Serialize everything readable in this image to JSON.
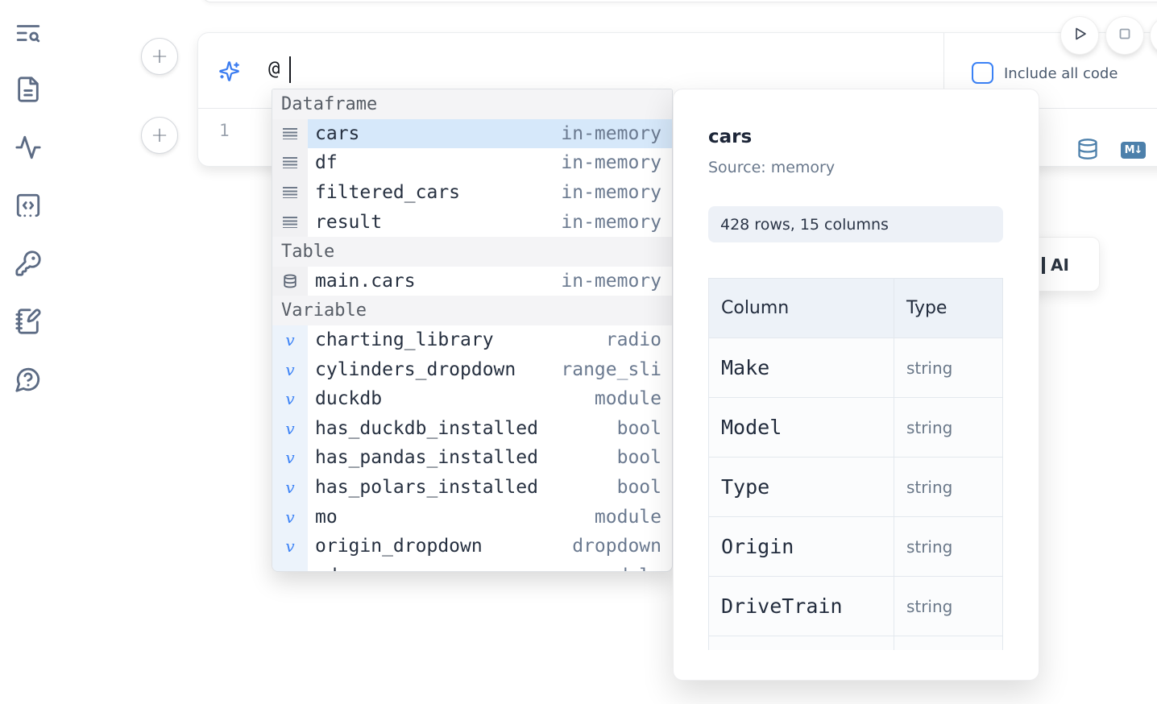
{
  "sidebar": {
    "items": [
      {
        "icon": "list-search-icon"
      },
      {
        "icon": "file-text-icon"
      },
      {
        "icon": "activity-icon"
      },
      {
        "icon": "code-snippets-icon"
      },
      {
        "icon": "key-icon"
      },
      {
        "icon": "notebook-pen-icon"
      },
      {
        "icon": "help-chat-icon"
      }
    ]
  },
  "controls": {
    "run_icon": "play-icon",
    "stop_icon": "stop-square-icon"
  },
  "ai_prompt": {
    "value": "@",
    "include_all_code_label": "Include all code",
    "checkbox_checked": false,
    "icon": "sparkles-icon"
  },
  "cell": {
    "line_number": "1",
    "actions": {
      "database_icon": "database-icon",
      "markdown_badge": "M↓"
    }
  },
  "ai_button": {
    "label": "AI"
  },
  "autocomplete": {
    "sections": [
      {
        "label": "Dataframe",
        "items": [
          {
            "icon": "rows",
            "name": "cars",
            "type": "in-memory",
            "selected": true
          },
          {
            "icon": "rows",
            "name": "df",
            "type": "in-memory"
          },
          {
            "icon": "rows",
            "name": "filtered_cars",
            "type": "in-memory"
          },
          {
            "icon": "rows",
            "name": "result",
            "type": "in-memory"
          }
        ]
      },
      {
        "label": "Table",
        "items": [
          {
            "icon": "database",
            "name": "main.cars",
            "type": "in-memory"
          }
        ]
      },
      {
        "label": "Variable",
        "items": [
          {
            "icon": "variable",
            "name": "charting_library",
            "type": "radio"
          },
          {
            "icon": "variable",
            "name": "cylinders_dropdown",
            "type": "range_sli"
          },
          {
            "icon": "variable",
            "name": "duckdb",
            "type": "module"
          },
          {
            "icon": "variable",
            "name": "has_duckdb_installed",
            "type": "bool"
          },
          {
            "icon": "variable",
            "name": "has_pandas_installed",
            "type": "bool"
          },
          {
            "icon": "variable",
            "name": "has_polars_installed",
            "type": "bool"
          },
          {
            "icon": "variable",
            "name": "mo",
            "type": "module"
          },
          {
            "icon": "variable",
            "name": "origin_dropdown",
            "type": "dropdown"
          },
          {
            "icon": "variable",
            "name": "pd",
            "type": "module"
          }
        ]
      }
    ]
  },
  "preview": {
    "title": "cars",
    "source": "Source: memory",
    "shape": "428 rows, 15 columns",
    "table": {
      "headers": [
        "Column",
        "Type"
      ],
      "rows": [
        {
          "column": "Make",
          "type": "string"
        },
        {
          "column": "Model",
          "type": "string"
        },
        {
          "column": "Type",
          "type": "string"
        },
        {
          "column": "Origin",
          "type": "string"
        },
        {
          "column": "DriveTrain",
          "type": "string"
        },
        {
          "column": "",
          "type": ""
        }
      ]
    }
  },
  "colors": {
    "accent_blue": "#3b82f6",
    "icon_steel_blue": "#4d80ab",
    "selection_blue": "#d6e8fa",
    "sidebar_icon": "#5c6b84"
  }
}
